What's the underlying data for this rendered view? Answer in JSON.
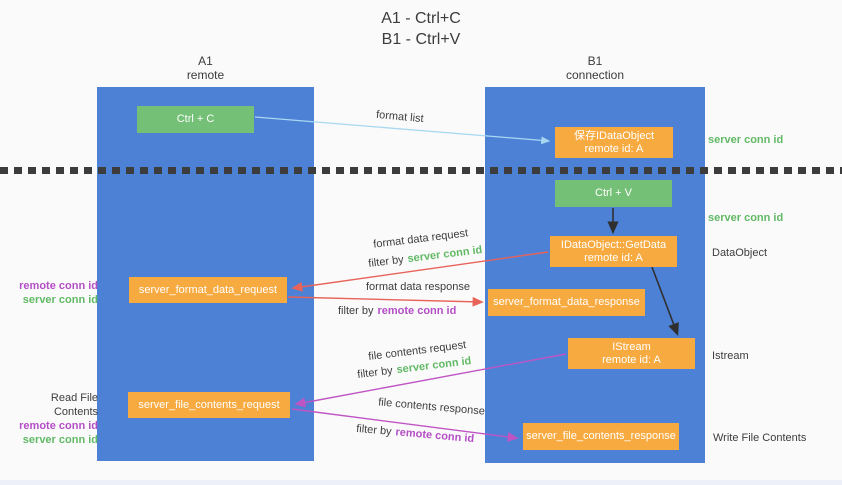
{
  "title": {
    "line1": "A1 - Ctrl+C",
    "line2": "B1 - Ctrl+V"
  },
  "columns": {
    "a": {
      "name": "A1",
      "role": "remote"
    },
    "b": {
      "name": "B1",
      "role": "connection"
    }
  },
  "boxes": {
    "ctrl_c": {
      "label": "Ctrl + C"
    },
    "save_idataobject": {
      "line1": "保存IDataObject",
      "line2": "remote id: A"
    },
    "ctrl_v": {
      "label": "Ctrl + V"
    },
    "getdata": {
      "line1": "IDataObject::GetData",
      "line2": "remote id: A"
    },
    "format_request": {
      "label": "server_format_data_request"
    },
    "format_response": {
      "label": "server_format_data_response"
    },
    "istream": {
      "line1": "IStream",
      "line2": "remote id: A"
    },
    "file_request": {
      "label": "server_file_contents_request"
    },
    "file_response": {
      "label": "server_file_contents_response"
    }
  },
  "right_labels": {
    "server_conn_id_top": "server conn id",
    "server_conn_id_mid": "server conn id",
    "dataobject": "DataObject",
    "istream": "Istream",
    "write_file_contents": "Write File Contents"
  },
  "left_labels": {
    "format_group": {
      "remote": "remote conn id",
      "server": "server conn id"
    },
    "file_group": {
      "title": "Read File Contents",
      "remote": "remote conn id",
      "server": "server conn id"
    }
  },
  "flow_labels": {
    "format_list": "format list",
    "format_data_request": "format data request",
    "format_request_filter": {
      "prefix": "filter by",
      "value": "server conn id"
    },
    "format_data_response": "format data response",
    "format_response_filter": {
      "prefix": "filter by",
      "value": "remote conn id"
    },
    "file_contents_request": "file contents request",
    "file_request_filter": {
      "prefix": "filter by",
      "value": "server conn id"
    },
    "file_contents_response": "file contents response",
    "file_response_filter": {
      "prefix": "filter by",
      "value": "remote conn id"
    }
  },
  "colors": {
    "column_blue": "#4d81d5",
    "box_green": "#74c076",
    "box_orange": "#f7aa40",
    "arrow_red": "#e8635a",
    "arrow_magenta": "#bf55c4",
    "arrow_blue": "#a8d8f0",
    "arrow_dark": "#2f2f2f",
    "text_green": "#62b966",
    "text_purple": "#b44ec6",
    "text_dark": "#3d3d3d"
  }
}
